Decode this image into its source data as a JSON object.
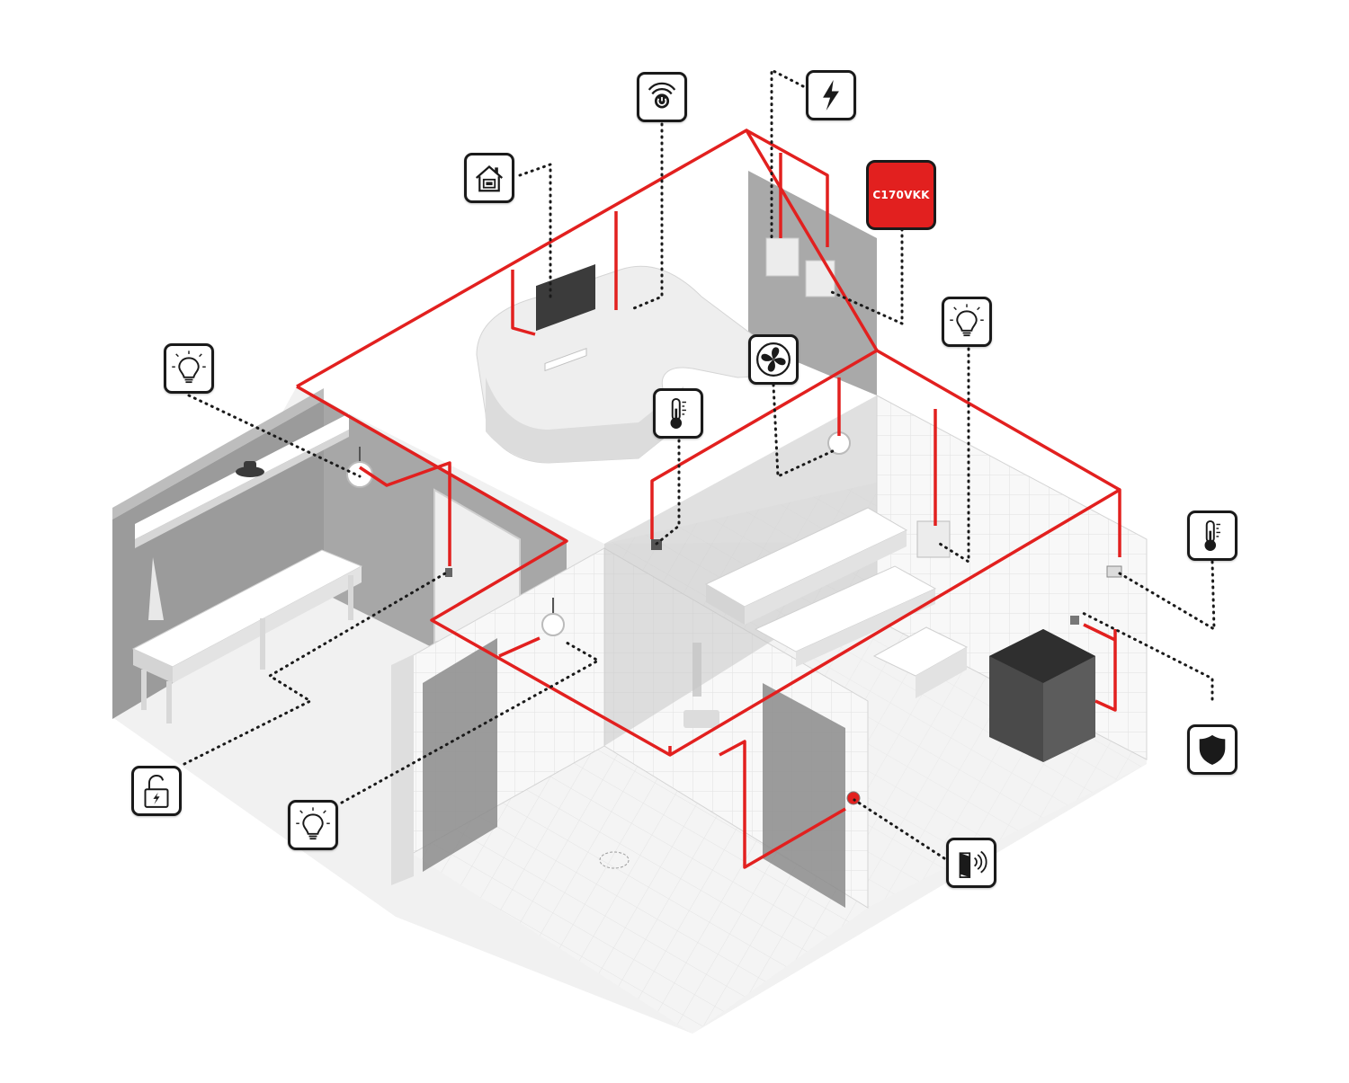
{
  "diagram": {
    "controller": {
      "label": "C170VKK"
    },
    "colors": {
      "wiring": "#e2201f",
      "controller_fill": "#e2201f",
      "icon_border": "#1a1a1a",
      "leader_line": "#1a1a1a",
      "floor": "#f3f3f3",
      "wall_dark": "#8e8e8e",
      "wall_light": "#e6e6e6",
      "tile_wall": "#f7f7f7"
    },
    "icons": [
      {
        "id": "building-automation",
        "icon": "smart-home-icon"
      },
      {
        "id": "remote-control",
        "icon": "wireless-power-icon"
      },
      {
        "id": "power-supply",
        "icon": "lightning-icon"
      },
      {
        "id": "relax-room-light",
        "icon": "lightbulb-icon"
      },
      {
        "id": "sauna-light",
        "icon": "lightbulb-icon"
      },
      {
        "id": "ventilation",
        "icon": "fan-icon"
      },
      {
        "id": "temperature-sensor",
        "icon": "thermometer-icon"
      },
      {
        "id": "sauna-temperature-sensor",
        "icon": "thermometer-icon"
      },
      {
        "id": "door-lock",
        "icon": "electric-lock-icon"
      },
      {
        "id": "shower-light",
        "icon": "lightbulb-icon"
      },
      {
        "id": "door-sensor",
        "icon": "door-sensor-icon"
      },
      {
        "id": "safety-sensor",
        "icon": "shield-icon"
      }
    ]
  }
}
